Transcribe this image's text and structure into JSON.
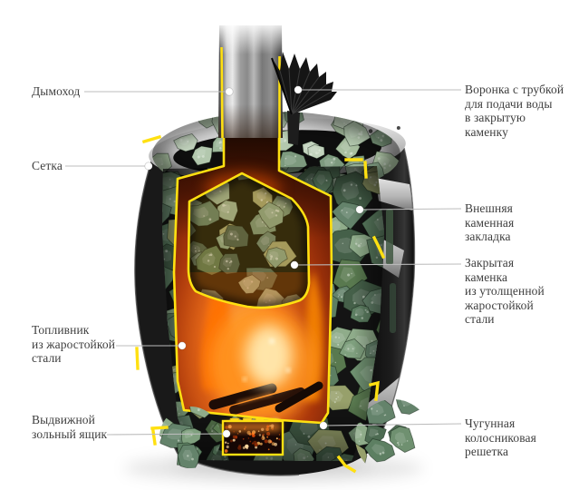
{
  "diagram": {
    "colors": {
      "background": "#ffffff",
      "accent_yellow": "#ffe011",
      "flame_orange": "#f07415",
      "stone_green": "#6f9070",
      "body_black": "#141414",
      "leader_line_gray": "#bcbcbc",
      "text_gray": "#3e3e3e"
    },
    "labels_left": [
      {
        "text": "Дымоход"
      },
      {
        "text": "Сетка"
      },
      {
        "text": "Топливник\nиз жаростойкой\nстали"
      },
      {
        "text": "Выдвижной\nзольный ящик"
      }
    ],
    "labels_right": [
      {
        "text": "Воронка с трубкой\nдля подачи воды\nв закрытую\nкаменку"
      },
      {
        "text": "Внешняя\nкаменная\nзакладка"
      },
      {
        "text": "Закрытая\nкаменка\nиз утолщенной\nжаростойкой\nстали"
      },
      {
        "text": "Чугунная\nколосниковая\nрешетка"
      }
    ]
  }
}
